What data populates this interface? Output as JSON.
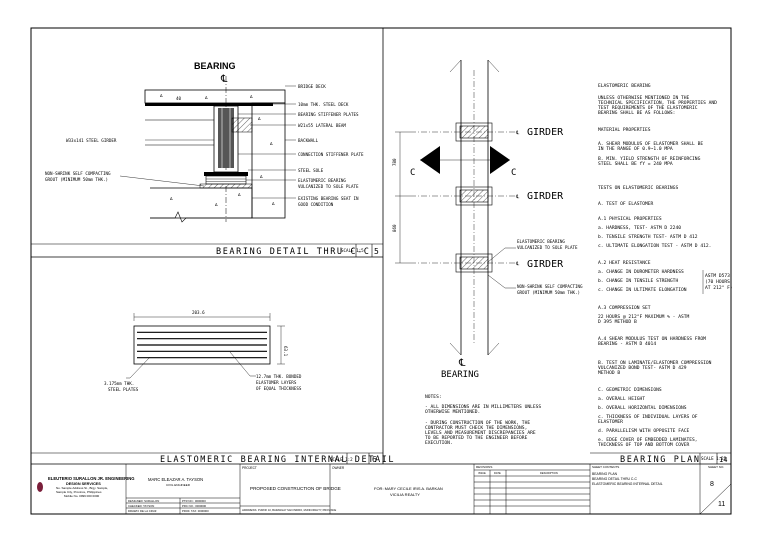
{
  "detail_cc": {
    "bearing_title": "BEARING",
    "cl_symbol": "℄",
    "labels_right": [
      "BRIDGE DECK",
      "10mm THK. STEEL DECK",
      "BEARING STIFFENER PLATES",
      "W21x55 LATERAL BEAM",
      "BACKWALL",
      "CONNECTION STIFFENER PLATE",
      "STEEL SOLE",
      "ELASTOMERIC BEARING",
      "VULCANIZED TO SOLE PLATE",
      "EXISTING BEARING SEAT IN",
      "GOOD CONDITION"
    ],
    "label_girder": "W33x141 STEEL GIRDER",
    "label_grout": [
      "NON-SHRINK SELF COMPACTING",
      "GROUT (MINIMUM 50mm THK.)"
    ],
    "dim_top": "40",
    "title": "BEARING DETAIL THRU C-C",
    "scale": "SCALE 1:5",
    "number": "5"
  },
  "detail_internal": {
    "dim_width": "203.6",
    "dim_height": "63.1",
    "label_left": [
      "3.175mm THK.",
      "STEEL PLATES"
    ],
    "label_right": [
      "12.7mm THK. BONDED",
      "ELASTOMER LAYERS",
      "OF EQUAL THICKNESS"
    ],
    "title": "ELASTOMERIC BEARING INTERNAL DETAIL",
    "scale": "SCALE 1:2",
    "number": "6"
  },
  "bearing_plan": {
    "girder_labels": [
      "GIRDER",
      "GIRDER",
      "GIRDER"
    ],
    "section_letter_left": "C",
    "section_letter_right": "C",
    "dim_a": "780",
    "dim_b": "860",
    "label_elastomeric": [
      "ELASTOMERIC BEARING",
      "VULCANIZED TO SOLE PLATE"
    ],
    "label_grout": [
      "NON-SHRINK SELF COMPACTING",
      "GROUT (MINIMUM 50mm THK.)"
    ],
    "bearing_title": "BEARING",
    "notes_title": "NOTES:",
    "notes": [
      [
        "-  ALL DIMENSIONS ARE IN MILLIMETERS UNLESS",
        "   OTHERWISE MENTIONED."
      ],
      [
        "-  DURING CONSTRUCTION OF THE WORK, THE",
        "   CONTRACTOR MUST CHECK THE DIMENSIONS,",
        "   LEVELS AND MEASUREMENT DISCREPANCIES ARE",
        "   TO BE REPORTED TO THE ENGINEER BEFORE",
        "   EXECUTION."
      ]
    ],
    "title": "BEARING PLAN",
    "scale": "SCALE 1:25",
    "number": "14"
  },
  "specs": {
    "header": "ELASTOMERIC BEARING",
    "intro": [
      "UNLESS OTHERWISE MENTIONED IN THE",
      "TECHNICAL SPECIFICATION, THE PROPERTIES AND",
      "TEST REQUIREMENTS OF THE ELASTOMERIC",
      "BEARING SHALL BE AS FOLLOWS:"
    ],
    "material_title": "MATERIAL PROPERTIES",
    "material_a": [
      "A.   SHEAR MODULUS OF ELASTOMER SHALL BE",
      "     IN THE RANGE OF 0.9~1.0 MPA"
    ],
    "material_b": [
      "B.   MIN. YIELD STRENGTH OF REINFORCING",
      "     STEEL SHALL BE fY = 240 MPA"
    ],
    "tests_title": "TESTS ON ELASTOMERIC BEARINGS",
    "test_a": "A.   TEST OF ELASTOMER",
    "a1_title": "A.1  PHYSICAL PROPERTIES",
    "a1_items": [
      "a.   HARDNESS, TEST- ASTM D 2240",
      "b.   TENSILE STRENGTH TEST- ASTM D 412",
      "c.   ULTIMATE ELONGATION TEST - ASTM D 412."
    ],
    "a2_title": "A.2  HEAT RESISTANCE",
    "a2_items": [
      "a.   CHANGE IN DUROMETER HARDNESS",
      "b.   CHANGE IN TENSILE STRENGTH",
      "c.   CHANGE IN ULTIMATE ELONGATION"
    ],
    "a2_side": [
      "ASTM D573",
      "(70 HOURS",
      "AT 212° F)"
    ],
    "a3_title": "A.3  COMPRESSION SET",
    "a3_text": [
      "     22 HOURS @ 212°F MAXIMUM % - ASTM",
      "     D 395 METHOD B"
    ],
    "a4_text": [
      "A.4  SHEAR MODULUS TEST ON HARDNESS FROM",
      "     BEARING - ASTM D 4014"
    ],
    "b_text": [
      "B.   TEST ON LAMINATE/ELASTOMER COMPRESSION",
      "     VULCANIZED BOND TEST- ASTM D 429",
      "     METHOD B"
    ],
    "c_title": "C.   GEOMETRIC DIMENSIONS",
    "c_items": [
      [
        "a.   OVERALL HEIGHT"
      ],
      [
        "b.   OVERALL HORIZONTAL DIMENSIONS"
      ],
      [
        "c.   THICKNESS OF INDIVIDUAL LAYERS OF",
        "     ELASTOMER"
      ],
      [
        "d.   PARALLELISM WITH OPPOSITE FACE"
      ],
      [
        "e.   EDGE COVER OF EMBEDDED LAMINATES,",
        "     THICKNESS OF TOP AND BOTTOM COVER"
      ]
    ]
  },
  "title_block": {
    "firm_lines": [
      "ELEUTERIO SURALLON JR. ENGINEERING",
      "DESIGN SERVICES",
      "No. Sample Address St., Brgy. Sample,",
      "Sample City, Province, Philippines",
      "Mobile No. 0999 000 0000"
    ],
    "engineer_header": "",
    "engineer_name": "MARC ELEAZAR A. TAYSON",
    "engineer_role": "CIVIL ENGINEER",
    "small_rows": [
      "DESIGNED:    SURALLON",
      "CHECKED:     TAYSON",
      "DRAWN:       DE LA CRUZ"
    ],
    "small_rows_b": [
      "PTR NO.: 0000000",
      "PRC NO.: 0000000",
      "PROF. TAX: 0000000"
    ],
    "project_header": "PROJECT",
    "project_name": "PROPOSED CONSTRUCTION OF BRIDGE",
    "address_label": "ADDRESS",
    "address_text": "PUROK 10, BARANGAY SAN ISIDRO, MUNICIPALITY, PROVINCE",
    "owner_header": "OWNER",
    "owner_line1": "FOR: MARY CECILE IRIS A. BARKAN",
    "owner_line2": "VICILIA REALTY",
    "revisions_header": "REVISIONS",
    "rev_cols": [
      "ISSUE",
      "DATE",
      "DESCRIPTION"
    ],
    "sheet_contents_header": "SHEET CONTENTS",
    "sheet_contents": [
      "BEARING PLAN",
      "BEARING DETAIL THRU C-C",
      "ELASTOMERIC BEARING INTERNAL DETAIL"
    ],
    "sheet_no_header": "SHEET NO.",
    "sheet_no": "8",
    "sheet_total": "11"
  }
}
